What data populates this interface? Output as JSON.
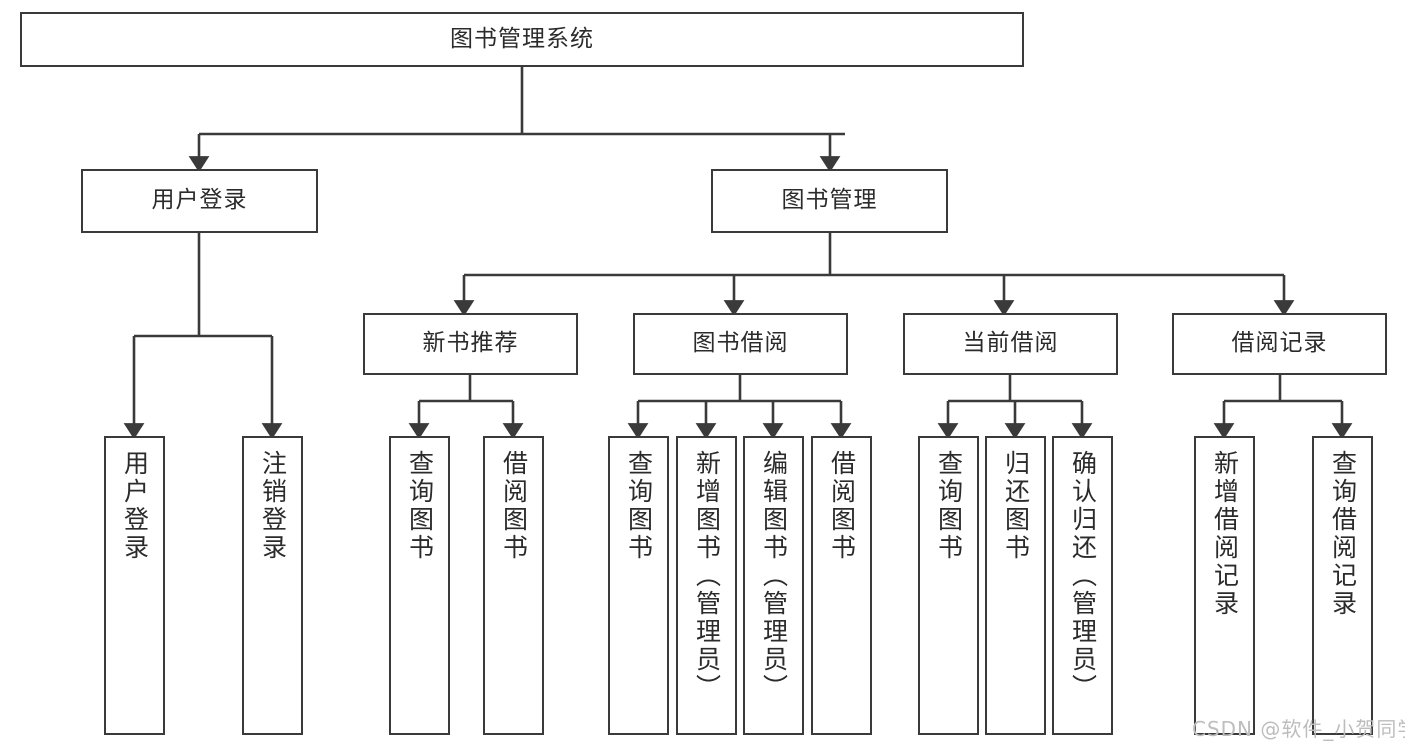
{
  "diagram": {
    "title": "图书管理系统",
    "type": "tree-hierarchy-diagram",
    "watermark": "CSDN @软件_小贺同学",
    "colors": {
      "box_stroke": "#3a3a3a",
      "edge_stroke": "#3a3a3a",
      "text": "#2b2b2b",
      "background": "#ffffff",
      "watermark": "#bdbdbd"
    },
    "root": {
      "label": "图书管理系统"
    },
    "level2": [
      {
        "label": "用户登录"
      },
      {
        "label": "图书管理"
      }
    ],
    "level3": [
      {
        "label": "新书推荐"
      },
      {
        "label": "图书借阅"
      },
      {
        "label": "当前借阅"
      },
      {
        "label": "借阅记录"
      }
    ],
    "leaves": {
      "user_login": [
        {
          "label": "用户登录"
        },
        {
          "label": "注销登录"
        }
      ],
      "new_book_recommend": [
        {
          "label": "查询图书"
        },
        {
          "label": "借阅图书"
        }
      ],
      "book_borrow": [
        {
          "label": "查询图书"
        },
        {
          "label": "新增图书（管理员）"
        },
        {
          "label": "编辑图书（管理员）"
        },
        {
          "label": "借阅图书"
        }
      ],
      "current_borrow": [
        {
          "label": "查询图书"
        },
        {
          "label": "归还图书"
        },
        {
          "label": "确认归还（管理员）"
        }
      ],
      "borrow_record": [
        {
          "label": "新增借阅记录"
        },
        {
          "label": "查询借阅记录"
        }
      ]
    }
  }
}
